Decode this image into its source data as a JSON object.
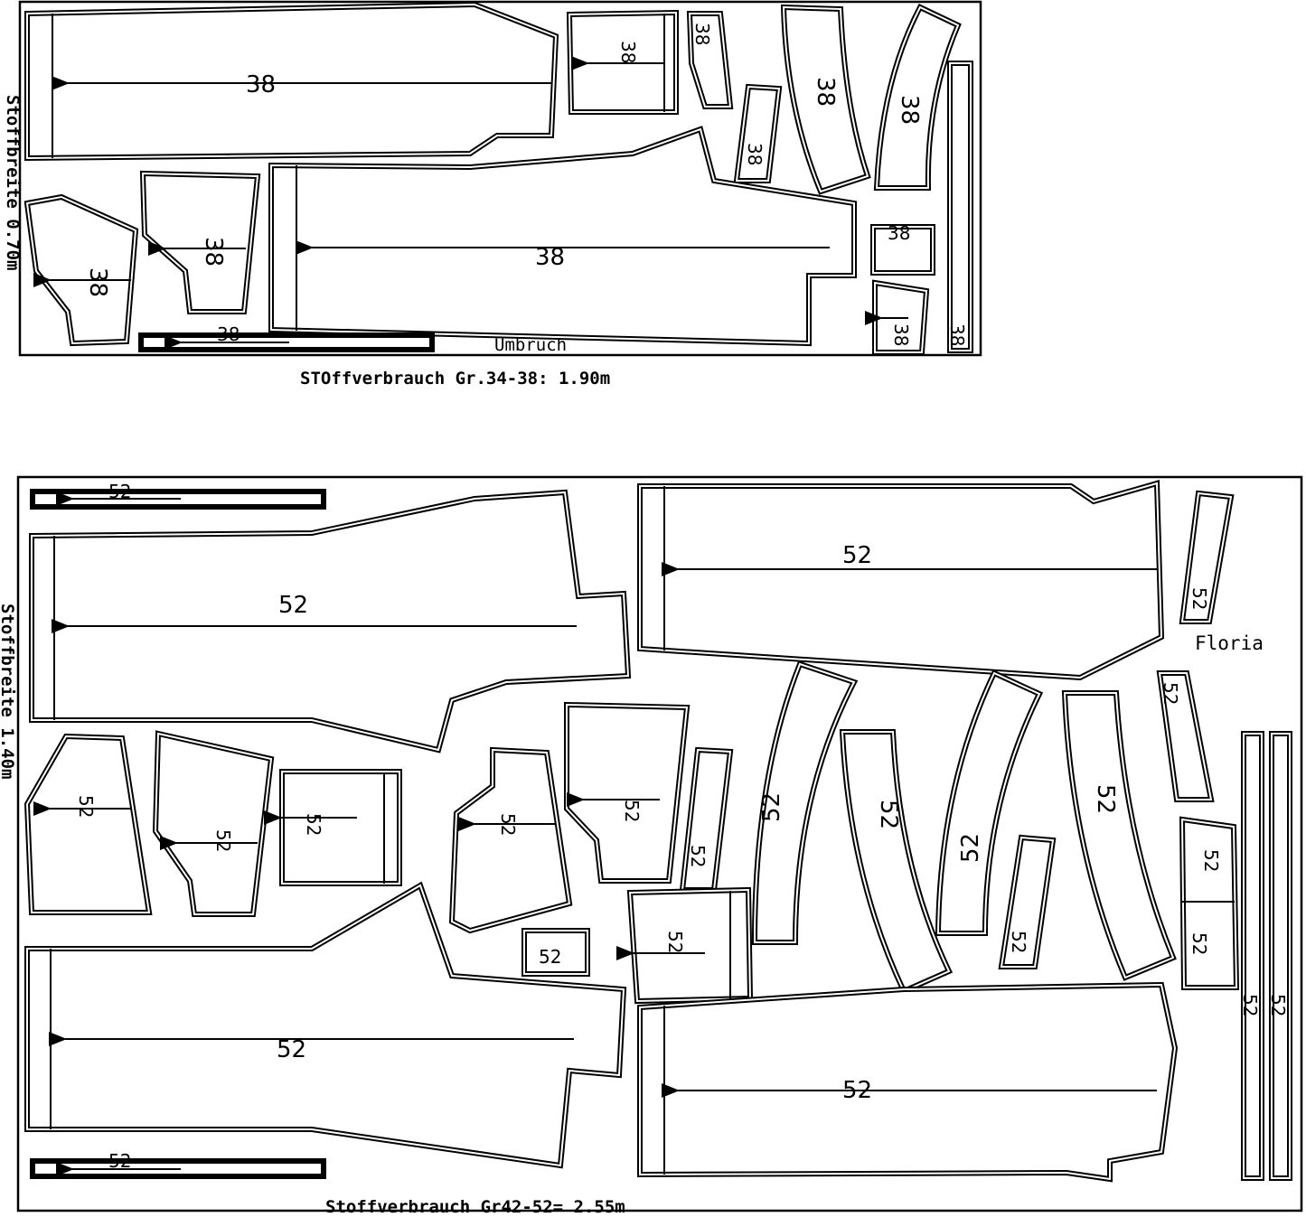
{
  "top_layout": {
    "fabric_width_label": "Stoffbreite 0.70m",
    "fold_label": "Umbruch",
    "consumption_label": "STOffverbrauch Gr.34-38: 1.90m",
    "piece_label": "38"
  },
  "bottom_layout": {
    "fabric_width_label": "Stoffbreite 1.40m",
    "model_name": "Floria",
    "consumption_label": "Stoffverbrauch Gr42-52= 2.55m",
    "piece_label": "52"
  }
}
